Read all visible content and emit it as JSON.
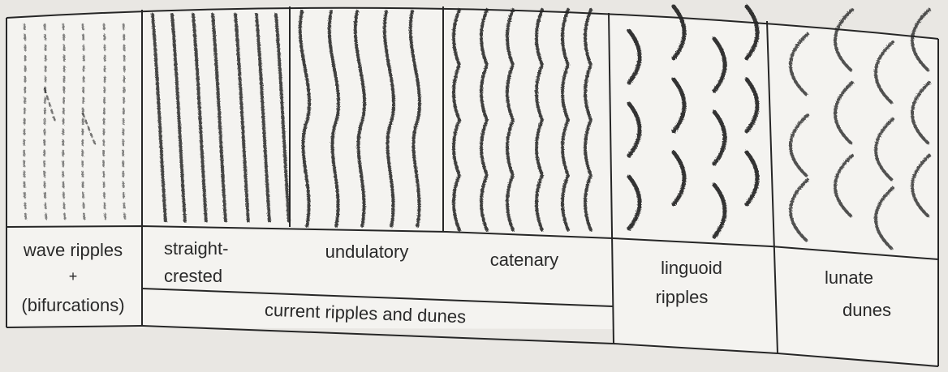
{
  "figure": {
    "panels": [
      "wave ripples",
      "straight-crested",
      "undulatory",
      "catenary",
      "linguoid ripples",
      "lunate dunes"
    ]
  },
  "labels": {
    "wave_ripples_line1": "wave ripples",
    "wave_ripples_line2": "+",
    "wave_ripples_line3": "(bifurcations)",
    "straight_crested_line1": "straight-",
    "straight_crested_line2": "crested",
    "undulatory": "undulatory",
    "catenary": "catenary",
    "group_label": "current ripples and dunes",
    "linguoid_line1": "linguoid",
    "linguoid_line2": "ripples",
    "lunate_line1": "lunate",
    "lunate_line2": "dunes"
  },
  "colors": {
    "ink": "#1c1c1c",
    "paper": "#f4f3f0",
    "background": "#e9e7e3"
  }
}
